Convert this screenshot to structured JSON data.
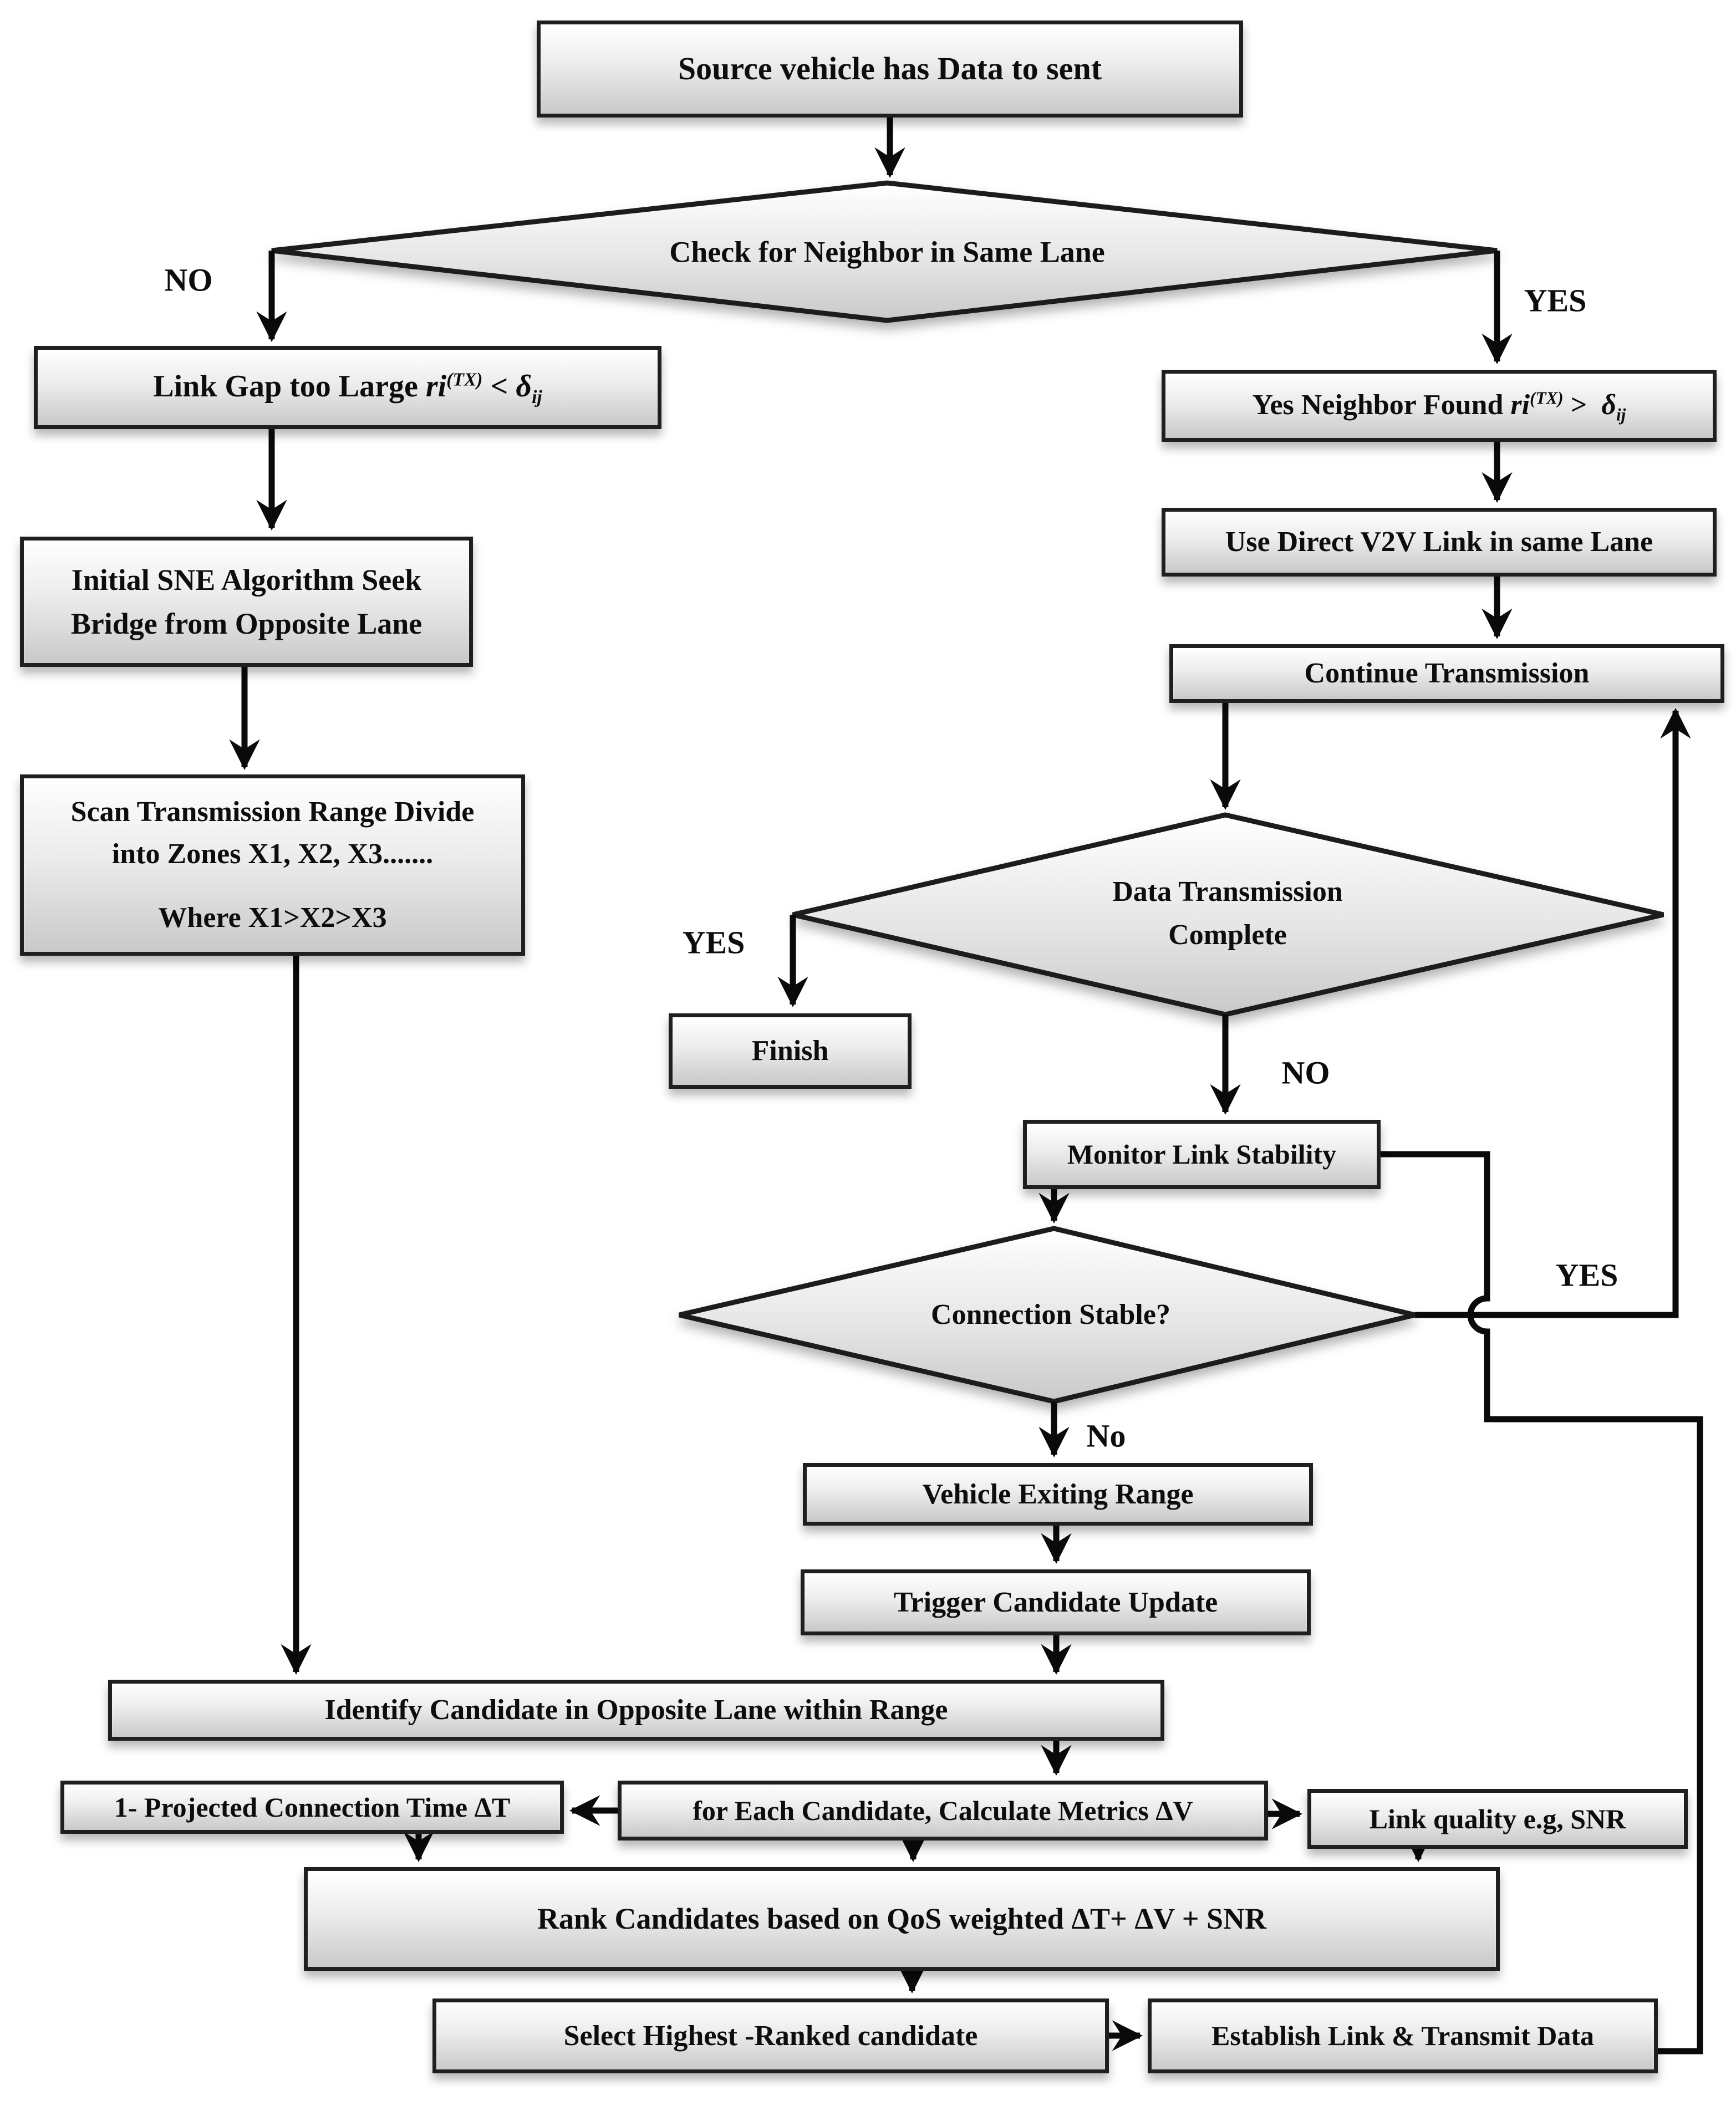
{
  "nodes": {
    "source": {
      "label": "Source vehicle has Data to sent"
    },
    "check_neighbor": {
      "label": "Check for Neighbor in Same Lane"
    },
    "link_gap": {
      "pre": "Link Gap too Large ",
      "var": "ri",
      "sup": "(TX)",
      "mid": " < ",
      "delta": "δ",
      "sub": "ij"
    },
    "initial_sne": {
      "line1": "Initial SNE Algorithm Seek",
      "line2": "Bridge from Opposite Lane"
    },
    "scan_range": {
      "line1": "Scan Transmission Range Divide",
      "line2": "into Zones X1, X2, X3.......",
      "line3": "Where X1>X2>X3"
    },
    "yes_neighbor": {
      "pre": "Yes Neighbor Found ",
      "var": "ri",
      "sup": "(TX)",
      "mid": " >  ",
      "delta": "δ",
      "sub": "ij"
    },
    "use_direct": {
      "label": "Use Direct V2V Link in same Lane"
    },
    "continue_tx": {
      "label": "Continue Transmission"
    },
    "data_complete": {
      "line1": "Data Transmission",
      "line2": "Complete"
    },
    "finish": {
      "label": "Finish"
    },
    "monitor": {
      "label": "Monitor Link Stability"
    },
    "conn_stable": {
      "label": "Connection Stable?"
    },
    "vehicle_exit": {
      "label": "Vehicle Exiting Range"
    },
    "trigger_update": {
      "label": "Trigger Candidate Update"
    },
    "identify": {
      "label": "Identify Candidate in Opposite Lane within Range"
    },
    "metrics": {
      "label": "for Each Candidate, Calculate Metrics ΔV"
    },
    "projected_time": {
      "label": "1- Projected Connection Time ΔT"
    },
    "link_quality": {
      "label": "Link quality e.g, SNR"
    },
    "rank": {
      "label": "Rank Candidates based on QoS weighted ΔT+ ΔV + SNR"
    },
    "select": {
      "label": "Select Highest -Ranked candidate"
    },
    "establish": {
      "label": "Establish Link & Transmit Data"
    }
  },
  "edge_labels": {
    "no1": "NO",
    "yes1": "YES",
    "yes2": "YES",
    "no2": "NO",
    "yes3": "YES",
    "no3": "No"
  },
  "colors": {
    "box_border": "#1f1f1f",
    "line": "#0a0a0a",
    "fill_top": "#ffffff",
    "fill_bottom": "#c9c9c9"
  }
}
